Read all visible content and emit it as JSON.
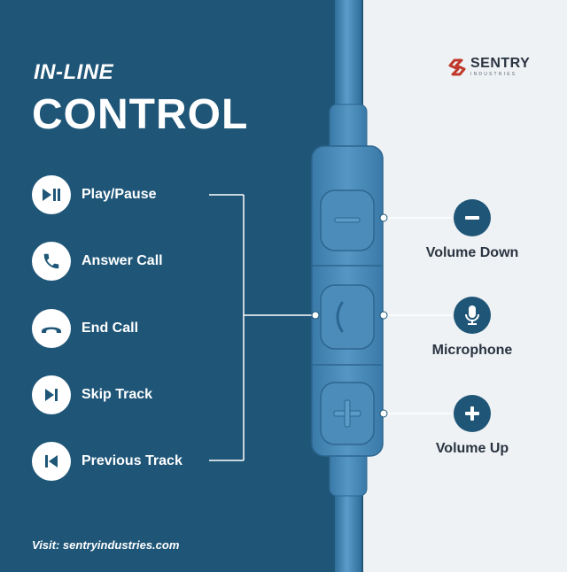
{
  "colors": {
    "panel": "#1f5678",
    "background": "#eef2f5",
    "cable": "#4a8fc0",
    "text_dark": "#2a3440"
  },
  "heading": {
    "line1": "IN-LINE",
    "line2": "CONTROL"
  },
  "features": [
    {
      "label": "Play/Pause",
      "icon": "play-pause-icon"
    },
    {
      "label": "Answer Call",
      "icon": "phone-answer-icon"
    },
    {
      "label": "End Call",
      "icon": "phone-hangup-icon"
    },
    {
      "label": "Skip Track",
      "icon": "skip-forward-icon"
    },
    {
      "label": "Previous Track",
      "icon": "skip-back-icon"
    }
  ],
  "controls": [
    {
      "label": "Volume Down",
      "icon": "minus-icon"
    },
    {
      "label": "Microphone",
      "icon": "microphone-icon"
    },
    {
      "label": "Volume Up",
      "icon": "plus-icon"
    }
  ],
  "brand": {
    "name": "SENTRY",
    "tagline": "INDUSTRIES"
  },
  "footer": {
    "text": "Visit: sentryindustries.com"
  }
}
